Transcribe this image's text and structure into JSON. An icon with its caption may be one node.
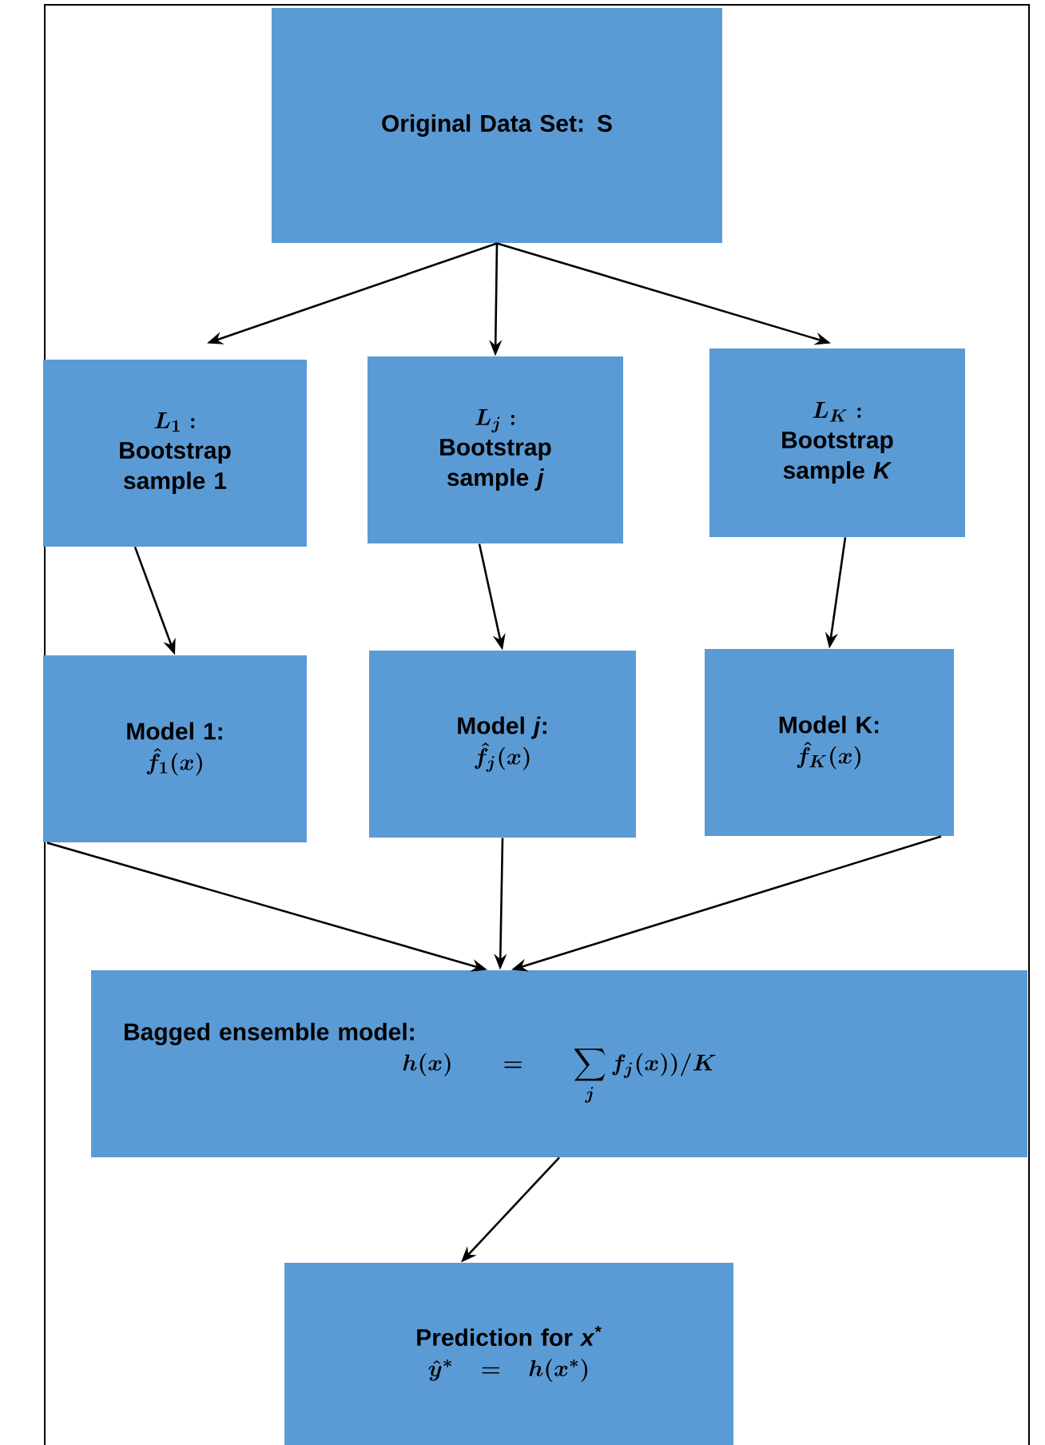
{
  "diagram": {
    "nodes": [
      {
        "text": [
          "Original Data Set: S"
        ]
      },
      {
        "text": [
          "L_1:",
          "Bootstrap sample 1"
        ]
      },
      {
        "text": [
          "L_j:",
          "Bootstrap sample *j*"
        ]
      },
      {
        "text": [
          "L_K:",
          "Bootstrap sample *K*"
        ]
      },
      {
        "text": [
          "Model 1:",
          "\\hat{f}_1(x)"
        ]
      },
      {
        "text": [
          "Model *j*:",
          "\\hat{f}_j(x)"
        ]
      },
      {
        "text": [
          "Model K:",
          "\\hat{f}_K(x)"
        ]
      },
      {
        "text": [
          "Bagged ensemble model:",
          "h(x) = \\sum_j f_j(x))/K"
        ]
      },
      {
        "text": [
          "Prediction for *x*$^{*}$",
          "\\hat{y}^{*} = h(x^{*})"
        ]
      }
    ],
    "edges": [
      {
        "from": 0,
        "to": 1,
        "arrow": "to"
      },
      {
        "from": 0,
        "to": 2,
        "arrow": "to"
      },
      {
        "from": 0,
        "to": 3,
        "arrow": "to"
      },
      {
        "from": 1,
        "to": 4,
        "arrow": "to"
      },
      {
        "from": 2,
        "to": 5,
        "arrow": "to"
      },
      {
        "from": 3,
        "to": 6,
        "arrow": "to"
      },
      {
        "from": 4,
        "to": 7,
        "arrow": "to"
      },
      {
        "from": 5,
        "to": 7,
        "arrow": "to"
      },
      {
        "from": 6,
        "to": 7,
        "arrow": "to"
      },
      {
        "from": 7,
        "to": 8,
        "arrow": "to"
      }
    ]
  }
}
